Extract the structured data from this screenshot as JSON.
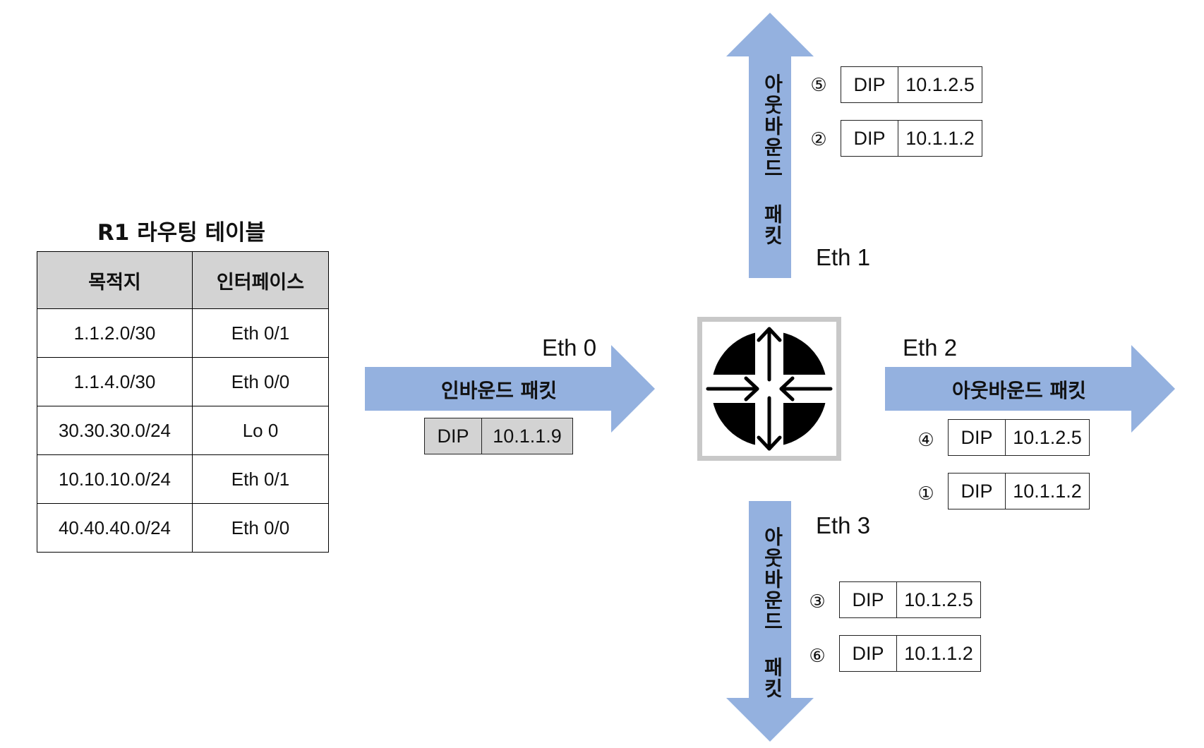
{
  "routing_table": {
    "title": "R1 라우팅 테이블",
    "headers": [
      "목적지",
      "인터페이스"
    ],
    "rows": [
      [
        "1.1.2.0/30",
        "Eth 0/1"
      ],
      [
        "1.1.4.0/30",
        "Eth 0/0"
      ],
      [
        "30.30.30.0/24",
        "Lo 0"
      ],
      [
        "10.10.10.0/24",
        "Eth 0/1"
      ],
      [
        "40.40.40.0/24",
        "Eth 0/0"
      ]
    ]
  },
  "router_icon": "router-icon",
  "colors": {
    "arrow_fill": "#94b1df",
    "header_fill": "#d3d3d3",
    "router_border": "#c8c8c8"
  },
  "inbound": {
    "interface": "Eth 0",
    "label": "인바운드 패킷",
    "packet": {
      "field": "DIP",
      "value": "10.1.1.9"
    }
  },
  "outbound_eth1": {
    "interface": "Eth 1",
    "label": "아웃바운드 패킷",
    "packets": [
      {
        "seq": "⑤",
        "field": "DIP",
        "value": "10.1.2.5"
      },
      {
        "seq": "②",
        "field": "DIP",
        "value": "10.1.1.2"
      }
    ]
  },
  "outbound_eth2": {
    "interface": "Eth 2",
    "label": "아웃바운드 패킷",
    "packets": [
      {
        "seq": "④",
        "field": "DIP",
        "value": "10.1.2.5"
      },
      {
        "seq": "①",
        "field": "DIP",
        "value": "10.1.1.2"
      }
    ]
  },
  "outbound_eth3": {
    "interface": "Eth 3",
    "label": "아웃바운드 패킷",
    "packets": [
      {
        "seq": "③",
        "field": "DIP",
        "value": "10.1.2.5"
      },
      {
        "seq": "⑥",
        "field": "DIP",
        "value": "10.1.1.2"
      }
    ]
  }
}
